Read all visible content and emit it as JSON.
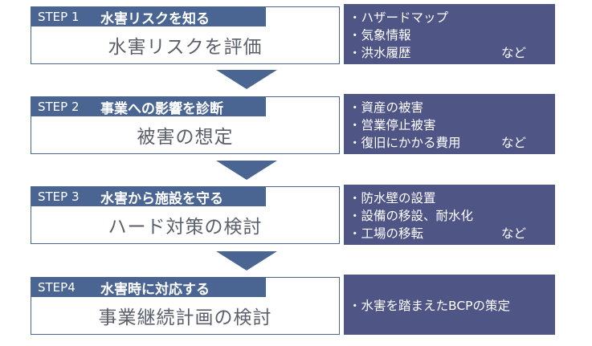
{
  "steps": [
    {
      "label": "STEP 1",
      "title": "水害リスクを知る",
      "main": "水害リスクを評価",
      "notes": [
        {
          "text": "・ハザードマップ",
          "suffix": ""
        },
        {
          "text": "・気象情報",
          "suffix": ""
        },
        {
          "text": "・洪水履歴",
          "suffix": "など"
        }
      ]
    },
    {
      "label": "STEP 2",
      "title": "事業への影響を診断",
      "main": "被害の想定",
      "notes": [
        {
          "text": "・資産の被害",
          "suffix": ""
        },
        {
          "text": "・営業停止被害",
          "suffix": ""
        },
        {
          "text": "・復旧にかかる費用",
          "suffix": "など"
        }
      ]
    },
    {
      "label": "STEP 3",
      "title": "水害から施設を守る",
      "main": "ハード対策の検討",
      "notes": [
        {
          "text": "・防水壁の設置",
          "suffix": ""
        },
        {
          "text": "・設備の移設、耐水化",
          "suffix": ""
        },
        {
          "text": "・工場の移転",
          "suffix": "など"
        }
      ]
    },
    {
      "label": "STEP4",
      "title": "水害時に対応する",
      "main": "事業継続計画の検討",
      "notes": [
        {
          "text": "・水害を踏まえたBCPの策定",
          "suffix": ""
        }
      ]
    }
  ],
  "colors": {
    "header": "#4a6591",
    "side_box": "#4f5584",
    "arrow": "#4a6591",
    "main_text": "#5b5f6b"
  }
}
